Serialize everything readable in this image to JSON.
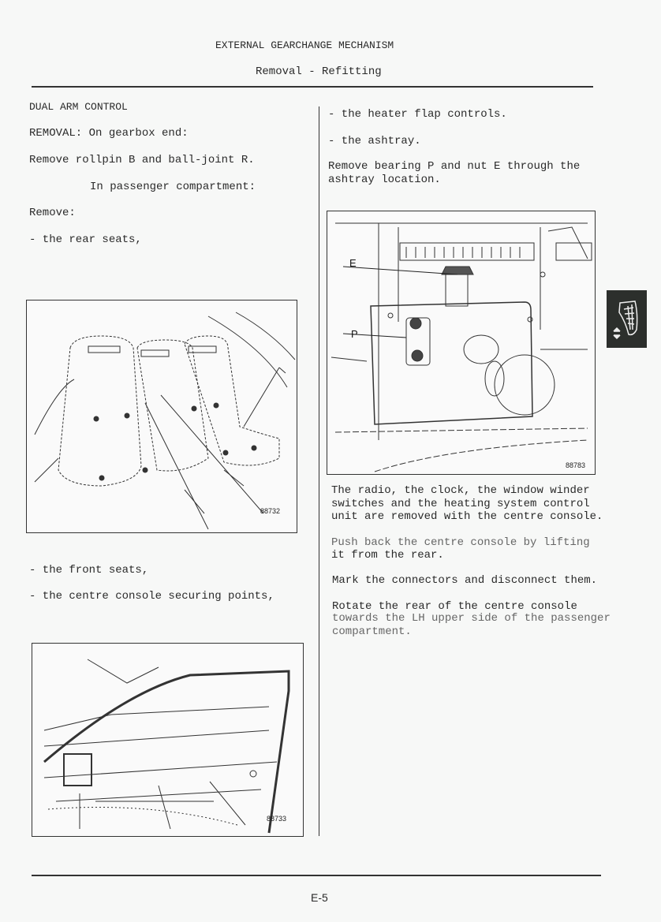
{
  "header": {
    "title": "EXTERNAL GEARCHANGE MECHANISM",
    "subtitle": "Removal - Refitting"
  },
  "left_column": {
    "section_title": "DUAL ARM CONTROL",
    "removal_heading": "REMOVAL: On gearbox end:",
    "step_1": "Remove rollpin B and ball-joint R.",
    "sub_heading": "In passenger compartment:",
    "remove_label": "Remove:",
    "item_rear_seats": "- the rear seats,",
    "item_front_seats": "- the front seats,",
    "item_console_points": "- the centre console securing points,"
  },
  "right_column": {
    "item_heater": "- the heater flap controls.",
    "item_ashtray": "- the ashtray.",
    "bearing_line1": "Remove bearing P and nut E through the",
    "bearing_line2": "ashtray location.",
    "radio_line1": "The radio, the clock, the window winder",
    "radio_line2": "switches and the heating system control",
    "radio_line3": "unit are removed with the centre console.",
    "push_line1": "Push back the centre console by lifting",
    "push_line2": "it from the rear.",
    "mark": "Mark the connectors and disconnect them.",
    "rotate_line1": "Rotate the rear of the centre console",
    "rotate_line2": "towards the LH upper side of the passenger",
    "rotate_line3": "compartment."
  },
  "figures": {
    "seats": {
      "ref": "88732"
    },
    "console": {
      "ref": "88733"
    },
    "ashtray": {
      "ref": "88783",
      "label_e": "E",
      "label_p": "P"
    }
  },
  "footer": {
    "page_number": "E-5"
  },
  "side_tab": {
    "icon": "gear-lever-icon",
    "color": "#2c2f2c"
  }
}
